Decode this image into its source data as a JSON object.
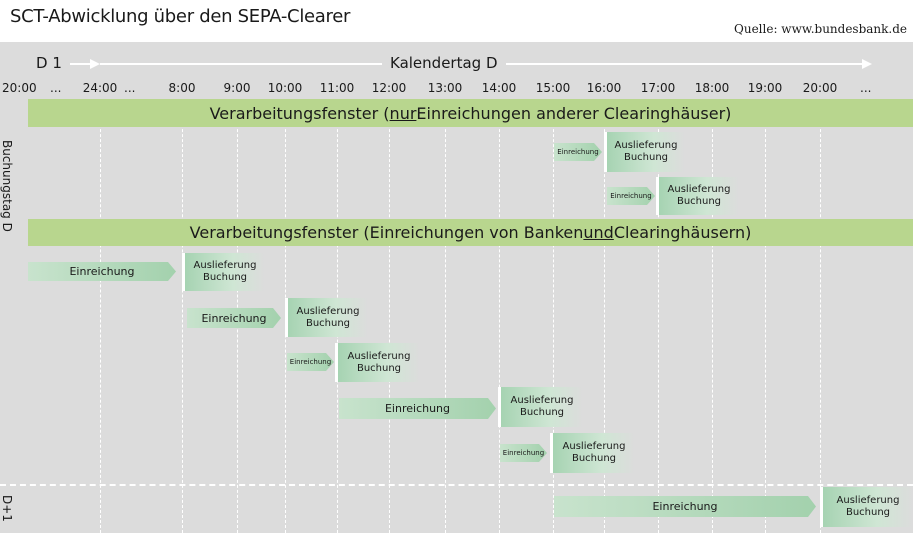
{
  "title": "SCT-Abwicklung über den SEPA-Clearer",
  "source": "Quelle: www.bundesbank.de",
  "period_labels": {
    "d1": "D 1",
    "kalendertag": "Kalendertag D"
  },
  "ticks": [
    "20:00",
    "...",
    "24:00",
    "...",
    "8:00",
    "9:00",
    "10:00",
    "11:00",
    "12:00",
    "13:00",
    "14:00",
    "15:00",
    "16:00",
    "17:00",
    "18:00",
    "19:00",
    "20:00",
    "..."
  ],
  "side_labels": {
    "buchungstag": "Buchungstag D",
    "d_plus_1": "D+1"
  },
  "band1": {
    "pre": "Verarbeitungsfenster (",
    "u": "nur",
    "post": " Einreichungen anderer Clearinghäuser)"
  },
  "band2": {
    "pre": "Verarbeitungsfenster (Einreichungen von Banken ",
    "u": "und",
    "post": " Clearinghäusern)"
  },
  "labels": {
    "einreichung": "Einreichung",
    "auslieferung": "Auslieferung",
    "buchung": "Buchung"
  },
  "colors": {
    "band": "#b8d68e",
    "submission": "#a3d1ad",
    "delivery": "#a6d3b2",
    "background": "#dcdcdc"
  }
}
